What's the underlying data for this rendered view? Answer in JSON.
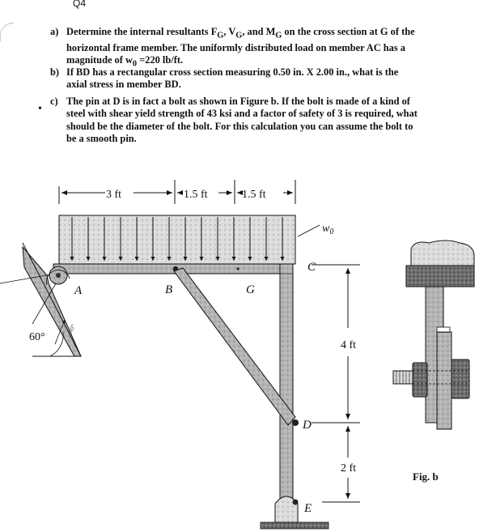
{
  "question_number": "Q4",
  "questions": [
    {
      "label": "a)",
      "text": "Determine the internal resultants F",
      "html_lines": [
        "Determine the internal resultants F<sub>G</sub>, V<sub>G</sub>, and M<sub>G</sub> on the cross section at G of the",
        "horizontal frame member. The uniformly distributed load on member AC has a",
        "magnitude of w<sub>0</sub> =220 lb/ft."
      ]
    },
    {
      "label": "b)",
      "html_lines": [
        "If BD has a rectangular cross section measuring 0.50 in. X 2.00 in., what is the",
        "axial stress in member BD."
      ]
    },
    {
      "label": "c)",
      "html_lines": [
        "The pin at D is in fact a bolt as shown in Figure b. If the bolt is made of a kind of",
        "steel with shear yield strength of 43 ksi and a factor of safety of 3 is required, what",
        "should be the diameter of the bolt. For this calculation you can assume the bolt to",
        "be a smooth pin."
      ]
    }
  ],
  "figure": {
    "dim_top": [
      "3 ft",
      "1.5 ft",
      "1.5 ft"
    ],
    "dim_right": [
      "4 ft",
      "2 ft"
    ],
    "load_label": "w",
    "load_sub": "0",
    "angle_label": "60°",
    "points": [
      "A",
      "B",
      "G",
      "C",
      "D",
      "E"
    ],
    "fig_b_caption": "Fig. b"
  }
}
